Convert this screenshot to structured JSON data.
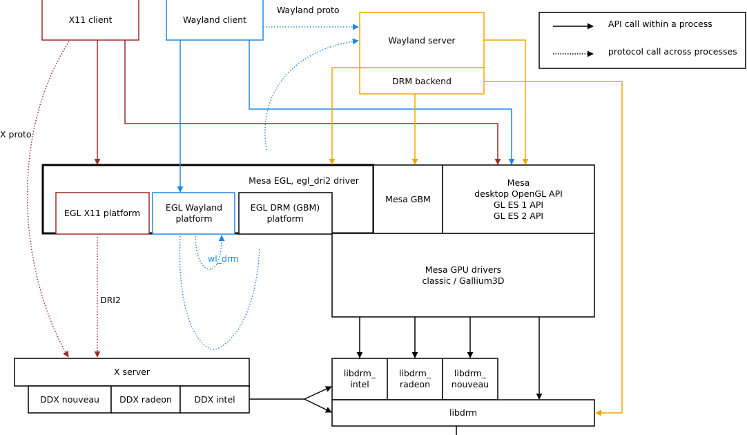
{
  "colors": {
    "x11": "#9b2c2c",
    "wayland": "#1e88e5",
    "drm": "#f5a400",
    "black": "#000000"
  },
  "nodes": {
    "x11_client": "X11 client",
    "wayland_client": "Wayland client",
    "wayland_server": "Wayland server",
    "drm_backend": "DRM backend",
    "mesa_egl": "Mesa EGL, egl_dri2 driver",
    "egl_x11": "EGL X11 platform",
    "egl_wayland": [
      "EGL Wayland",
      "platform"
    ],
    "egl_drm": [
      "EGL DRM (GBM)",
      "platform"
    ],
    "mesa_gbm": "Mesa GBM",
    "mesa_api": [
      "Mesa",
      "desktop OpenGL API",
      "GL ES 1 API",
      "GL ES 2 API"
    ],
    "mesa_gpu": [
      "Mesa GPU drivers",
      "classic / Gallium3D"
    ],
    "x_server": "X server",
    "ddx_nouveau": "DDX nouveau",
    "ddx_radeon": "DDX radeon",
    "ddx_intel": "DDX intel",
    "libdrm_intel": [
      "libdrm_",
      "intel"
    ],
    "libdrm_radeon": [
      "libdrm_",
      "radeon"
    ],
    "libdrm_nouveau": [
      "libdrm_",
      "nouveau"
    ],
    "libdrm": "libdrm"
  },
  "edge_labels": {
    "wayland_proto": "Wayland proto",
    "x_proto": "X proto",
    "dri2": "DRI2",
    "wl_drm": "wl_drm"
  },
  "legend": {
    "api_call": "API call within a process",
    "protocol_call": "protocol call across processes"
  }
}
